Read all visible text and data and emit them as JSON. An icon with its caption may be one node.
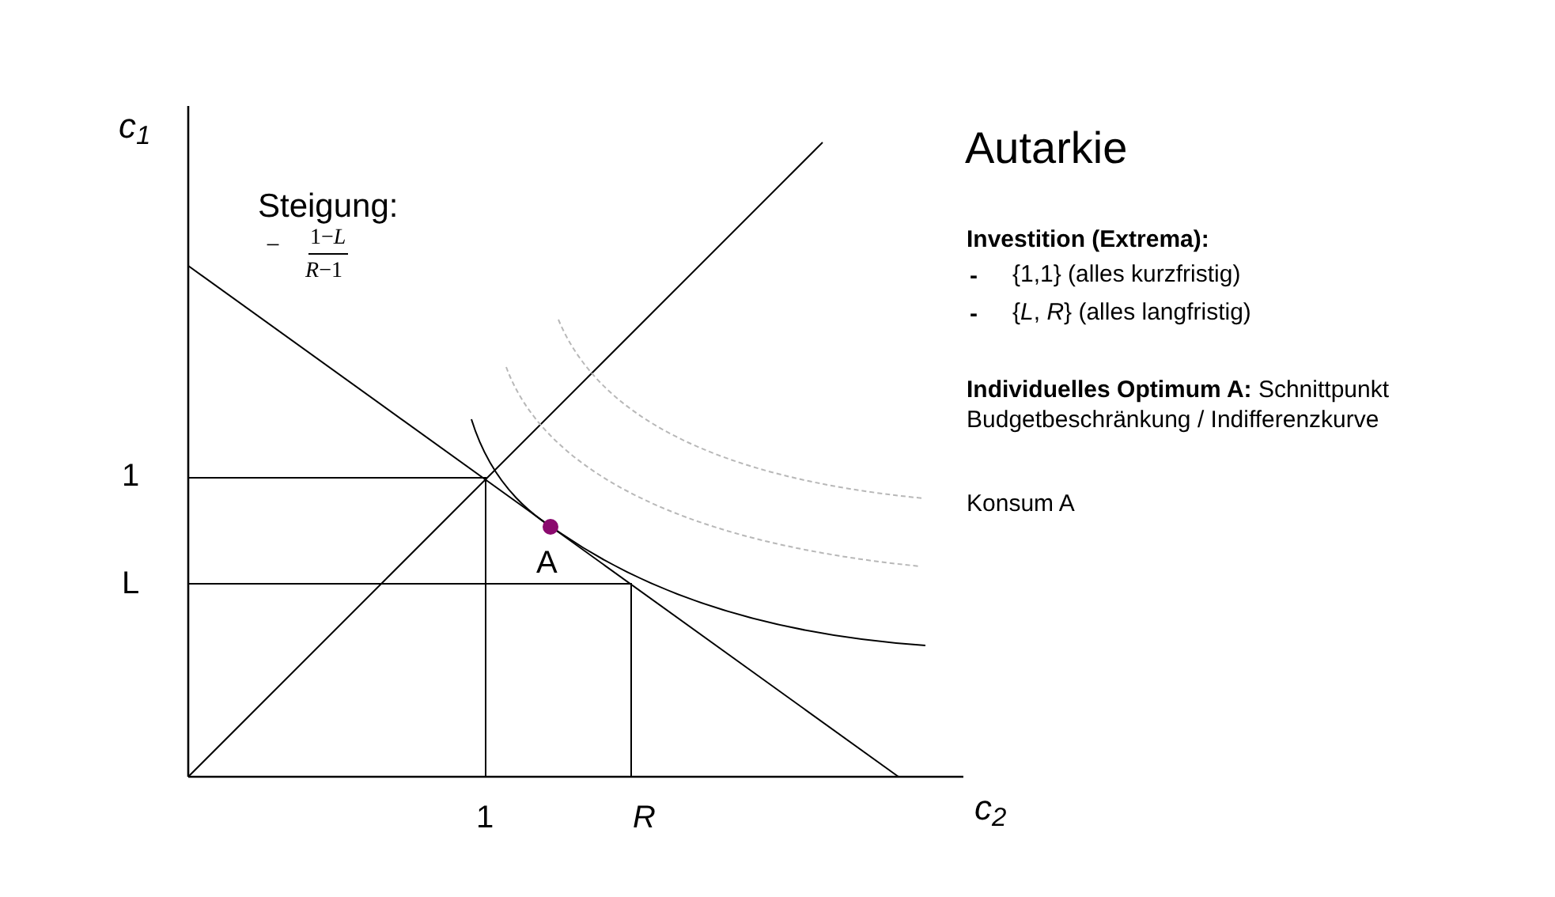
{
  "diagram": {
    "title": "Autarkie",
    "labels": [
      "c$_{1}$",
      "Steigung:",
      "−",
      "1−*L*",
      "*R*−1",
      "Investition (Extrema):",
      "-",
      "{1,1} (alles kurzfristig)",
      "-",
      "{*L*, *R*} (alles langfristig)",
      "**Individuelles Optimum A:** Schnittpunkt Budgetbeschränkung / Indifferenzkurve",
      "Konsum A",
      "1",
      "A",
      "L",
      "1",
      "*R*",
      "c$_{2}$"
    ]
  }
}
